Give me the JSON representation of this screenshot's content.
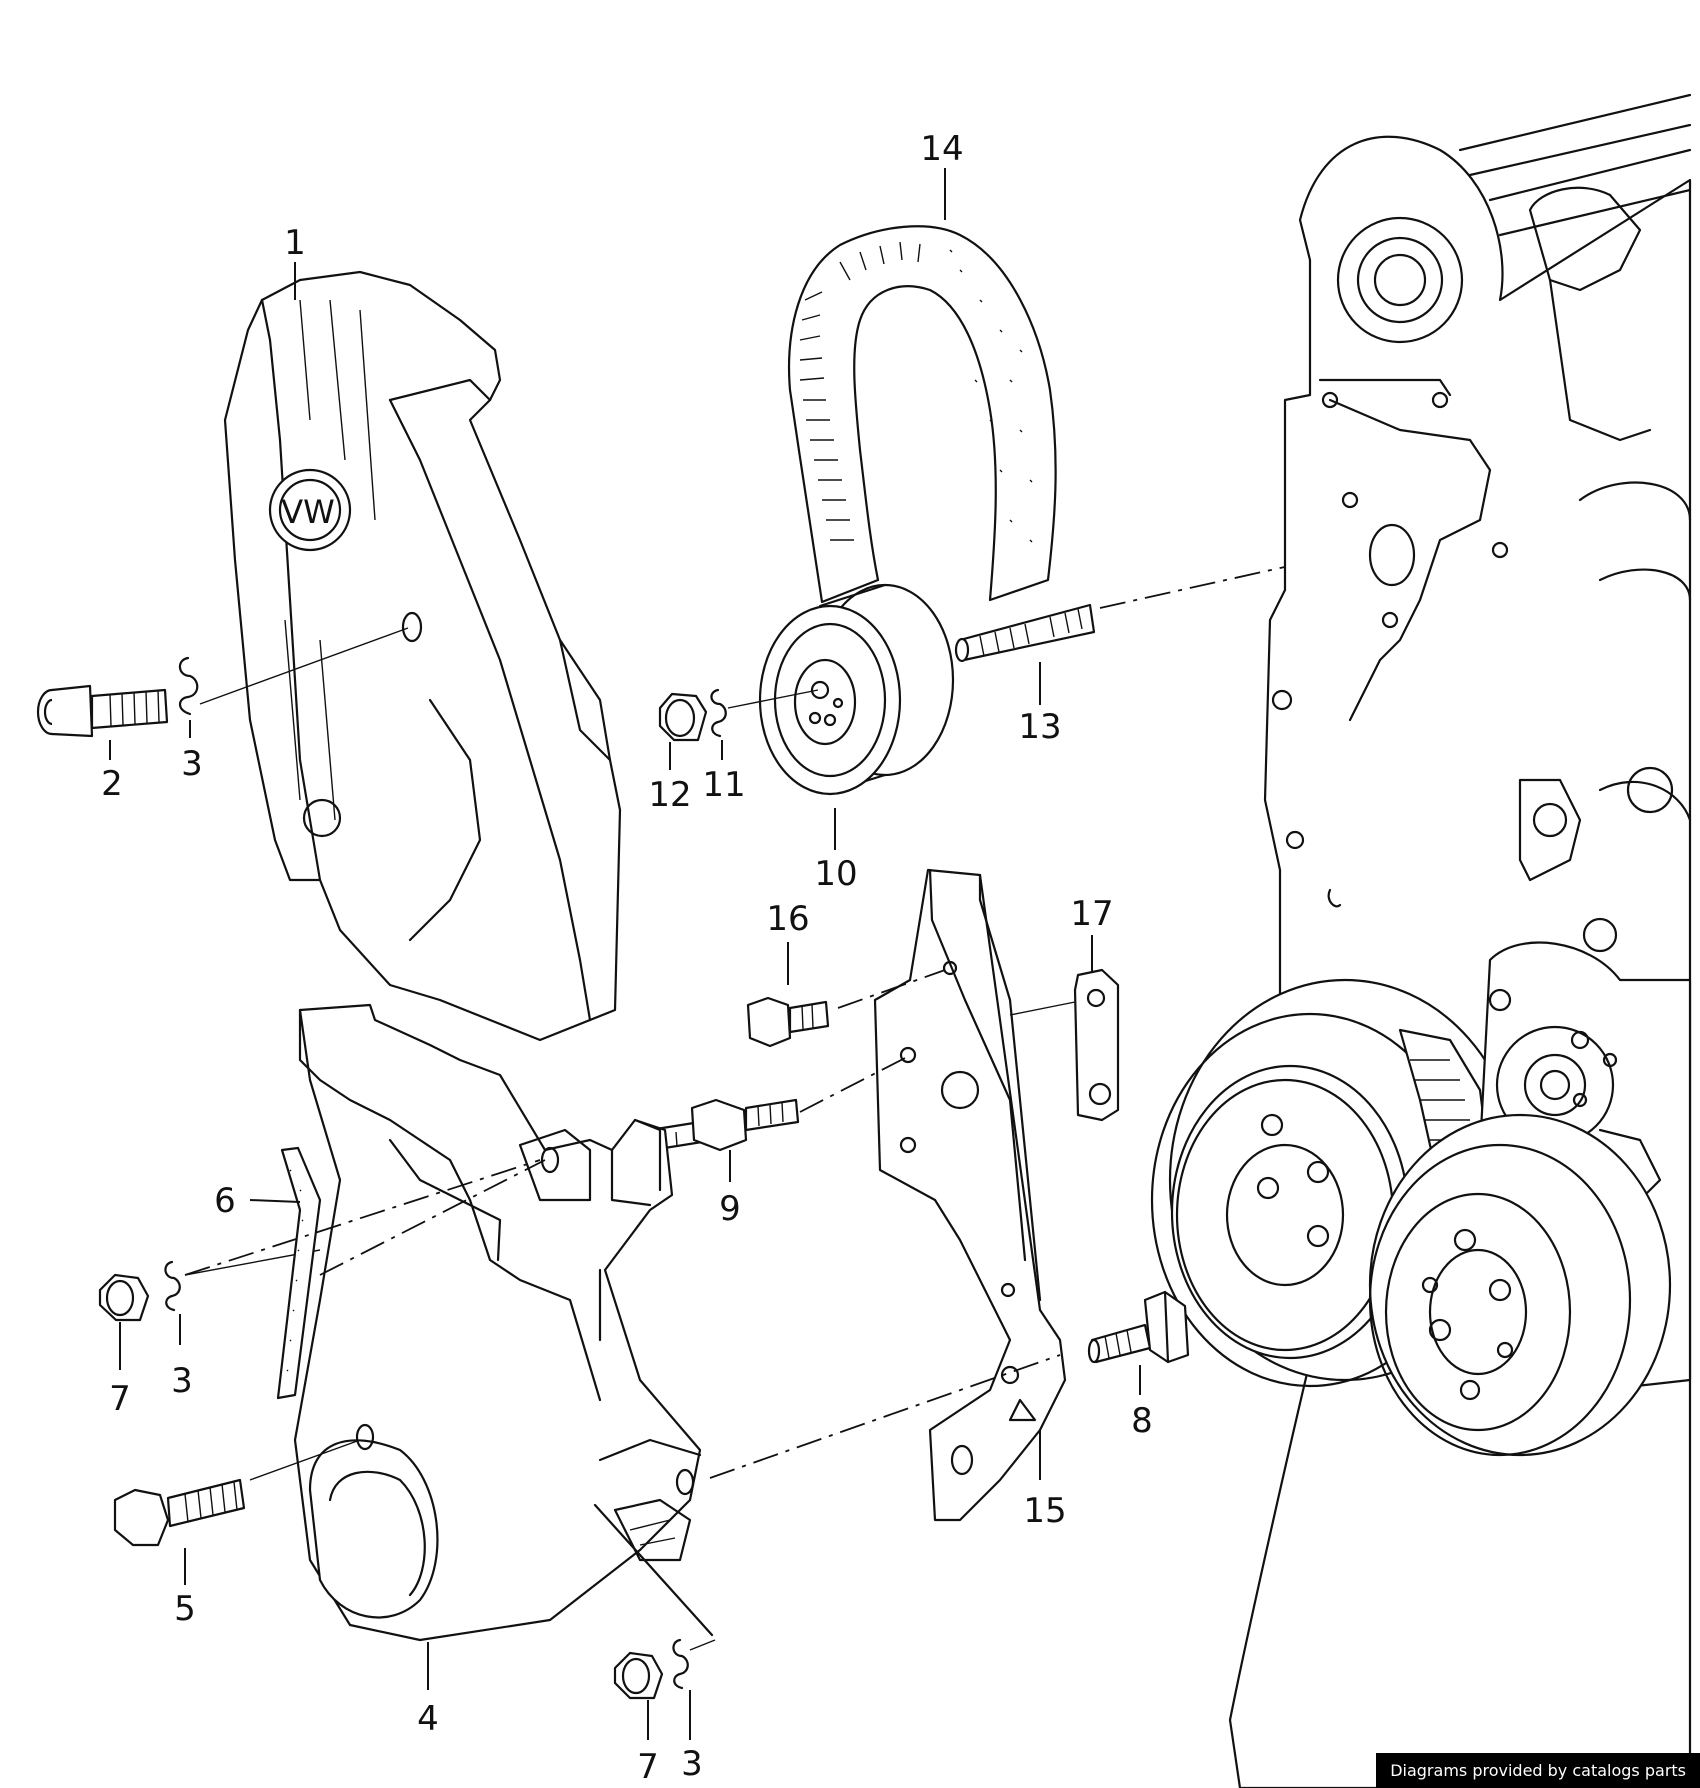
{
  "diagram": {
    "callouts": [
      {
        "id": "c1",
        "label": "1"
      },
      {
        "id": "c2",
        "label": "2"
      },
      {
        "id": "c3a",
        "label": "3"
      },
      {
        "id": "c14",
        "label": "14"
      },
      {
        "id": "c13",
        "label": "13"
      },
      {
        "id": "c12",
        "label": "12"
      },
      {
        "id": "c11",
        "label": "11"
      },
      {
        "id": "c10",
        "label": "10"
      },
      {
        "id": "c16",
        "label": "16"
      },
      {
        "id": "c17",
        "label": "17"
      },
      {
        "id": "c6",
        "label": "6"
      },
      {
        "id": "c9",
        "label": "9"
      },
      {
        "id": "c7a",
        "label": "7"
      },
      {
        "id": "c3b",
        "label": "3"
      },
      {
        "id": "c8",
        "label": "8"
      },
      {
        "id": "c15",
        "label": "15"
      },
      {
        "id": "c5",
        "label": "5"
      },
      {
        "id": "c4",
        "label": "4"
      },
      {
        "id": "c7b",
        "label": "7"
      },
      {
        "id": "c3c",
        "label": "3"
      }
    ],
    "logo_text": "VW"
  },
  "footer": {
    "credit": "Diagrams provided by catalogs parts"
  }
}
